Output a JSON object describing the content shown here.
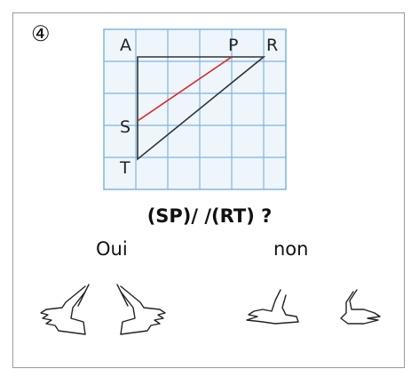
{
  "exercise": {
    "number": "④",
    "question": "(SP)/ /(RT) ?",
    "answers": {
      "yes": "Oui",
      "no": "non"
    }
  },
  "figure": {
    "points": {
      "A": "A",
      "P": "P",
      "R": "R",
      "S": "S",
      "T": "T"
    },
    "colors": {
      "grid_line": "#7fb5df",
      "grid_fill": "#eef6fc",
      "segment_sp": "#e02424",
      "triangle": "#333333"
    }
  },
  "icons": {
    "yes": "hands-raised-icon",
    "no": "hands-down-icon"
  }
}
